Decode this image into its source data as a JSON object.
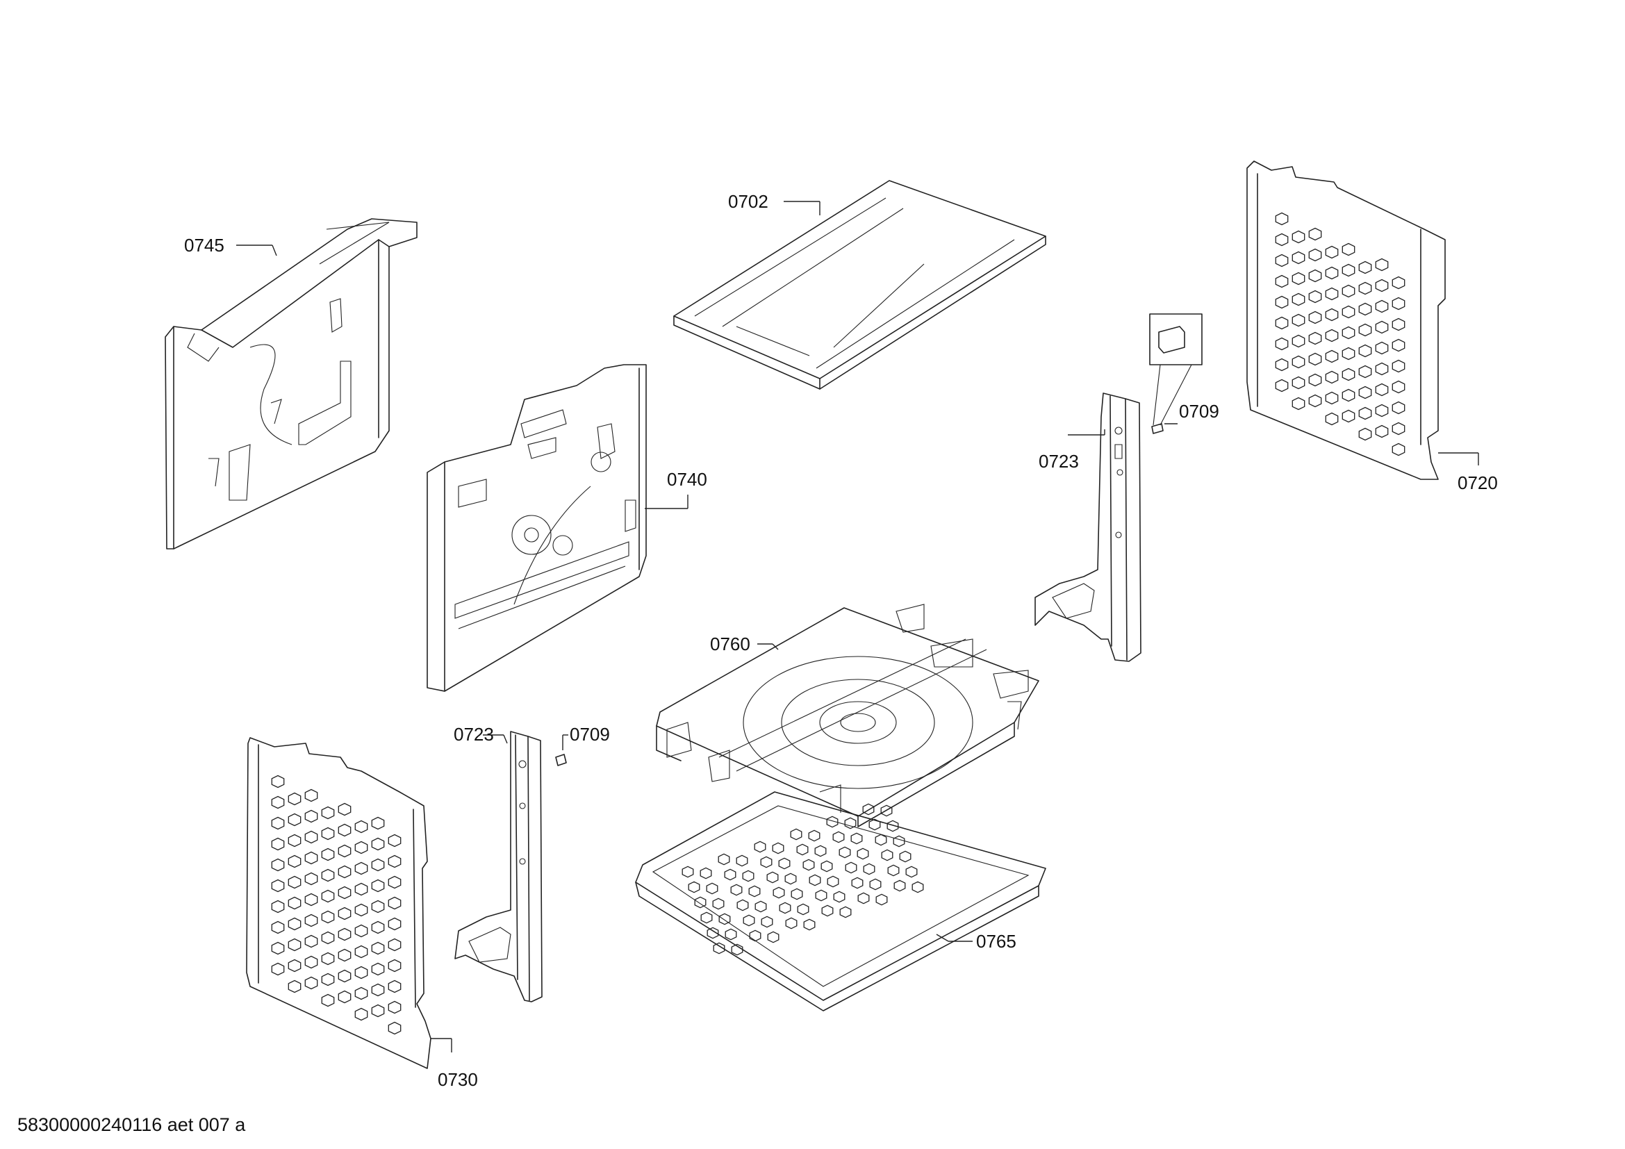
{
  "colors": {
    "line": "#222222",
    "background": "#ffffff"
  },
  "labels": {
    "p0702": "0702",
    "p0745": "0745",
    "p0740": "0740",
    "p0709a": "0709",
    "p0723a": "0723",
    "p0720": "0720",
    "p0760": "0760",
    "p0723b": "0723",
    "p0709b": "0709",
    "p0730": "0730",
    "p0765": "0765"
  },
  "footer": {
    "document_code": "58300000240116 aet 007 a"
  }
}
